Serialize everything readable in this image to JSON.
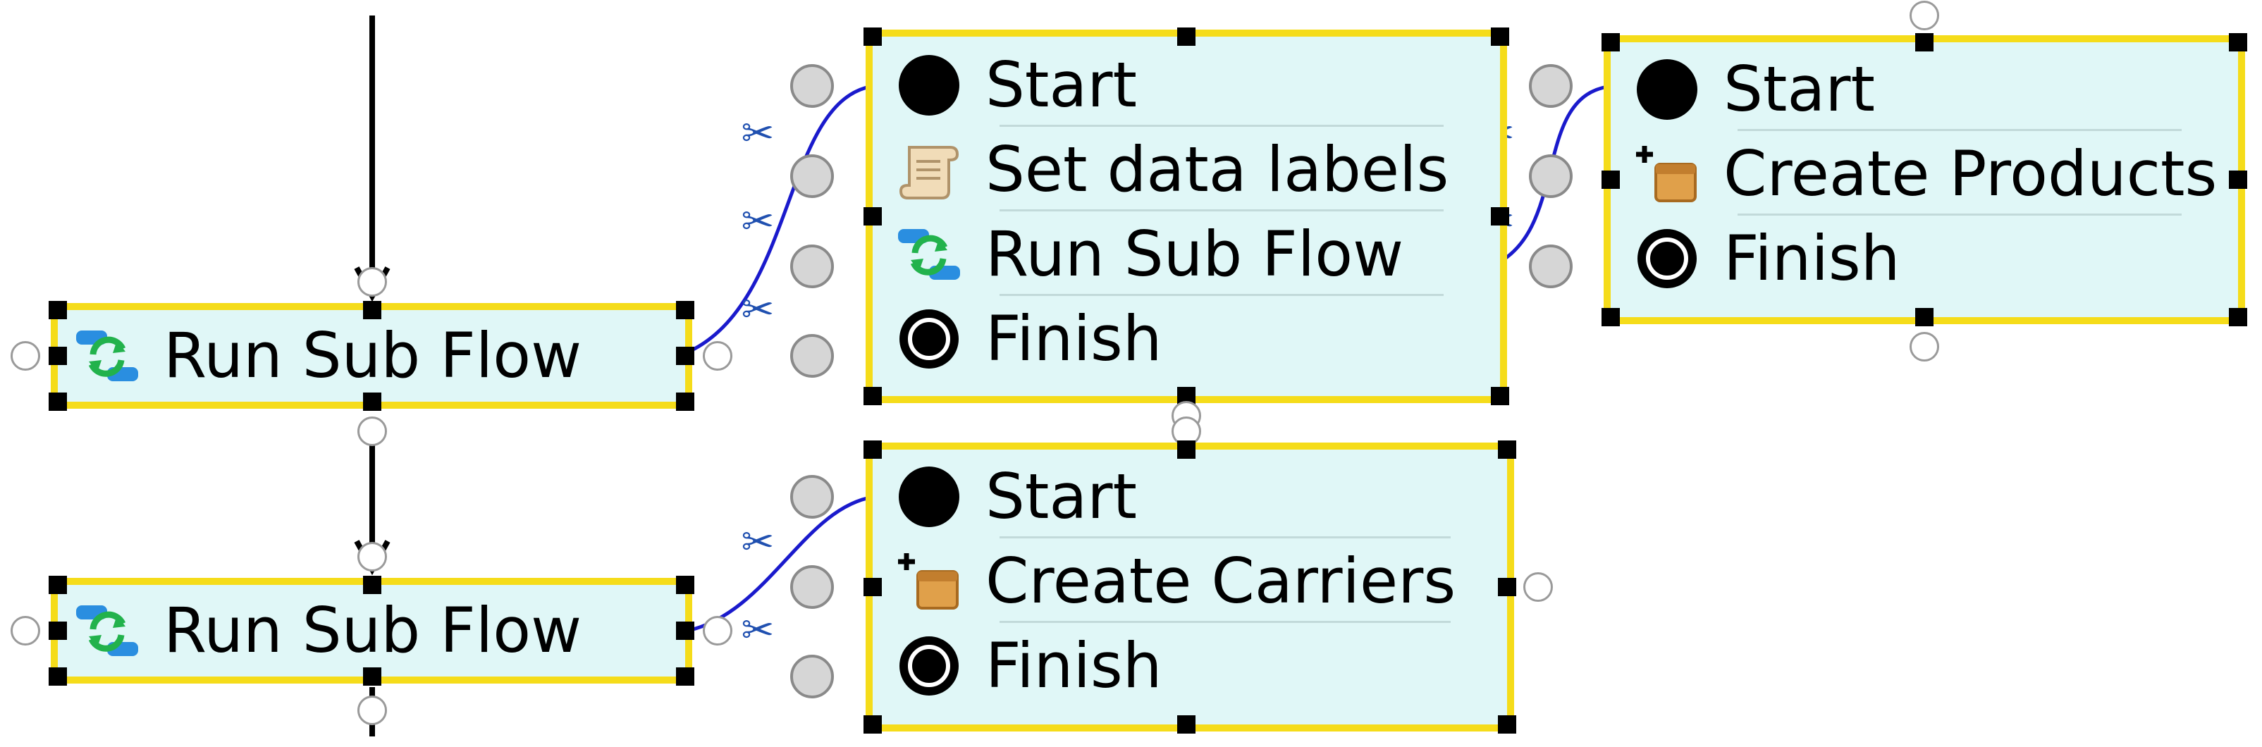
{
  "diagram": {
    "left_nodes": [
      {
        "label": "Run Sub Flow",
        "icon": "sub-flow-icon"
      },
      {
        "label": "Run Sub Flow",
        "icon": "sub-flow-icon"
      }
    ],
    "subflow_a": {
      "rows": [
        {
          "label": "Start",
          "icon": "start-icon"
        },
        {
          "label": "Set data labels",
          "icon": "script-scroll-icon"
        },
        {
          "label": "Run Sub Flow",
          "icon": "sub-flow-icon"
        },
        {
          "label": "Finish",
          "icon": "finish-icon"
        }
      ]
    },
    "subflow_b": {
      "rows": [
        {
          "label": "Start",
          "icon": "start-icon"
        },
        {
          "label": "Create Products",
          "icon": "create-icon"
        },
        {
          "label": "Finish",
          "icon": "finish-icon"
        }
      ]
    },
    "subflow_c": {
      "rows": [
        {
          "label": "Start",
          "icon": "start-icon"
        },
        {
          "label": "Create Carriers",
          "icon": "create-icon"
        },
        {
          "label": "Finish",
          "icon": "finish-icon"
        }
      ]
    },
    "colors": {
      "node_fill": "#e0f7f7",
      "node_border": "#f5dc1a",
      "connector": "#1a1acc",
      "flow_arrow": "#000000"
    }
  }
}
